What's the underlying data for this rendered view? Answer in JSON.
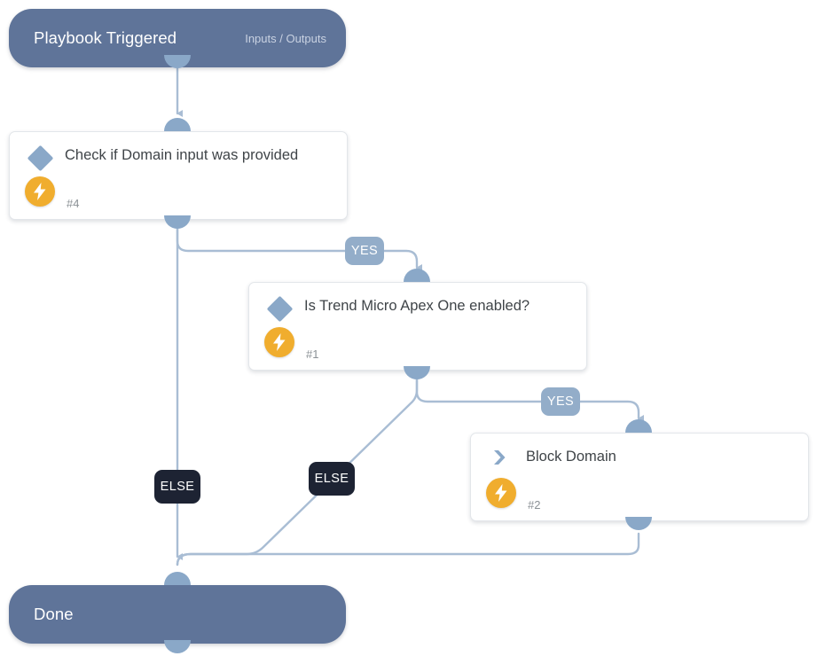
{
  "nodes": {
    "trigger": {
      "title": "Playbook Triggered",
      "subtitle": "Inputs / Outputs"
    },
    "check_domain": {
      "title": "Check if Domain input was provided",
      "number": "#4",
      "icon": "decision-diamond-icon"
    },
    "apex_enabled": {
      "title": "Is Trend Micro Apex One enabled?",
      "number": "#1",
      "icon": "decision-diamond-icon"
    },
    "block_domain": {
      "title": "Block Domain",
      "number": "#2",
      "icon": "action-chevron-icon"
    },
    "done": {
      "title": "Done"
    }
  },
  "branch_labels": {
    "yes_1": "YES",
    "yes_2": "YES",
    "else_1": "ELSE",
    "else_2": "ELSE"
  },
  "colors": {
    "terminal_fill": "#5f7499",
    "connector": "#a9bdd4",
    "port": "#8aa8c8",
    "bolt_badge": "#f0ad2e",
    "label_yes": "#93adc9",
    "label_else": "#1d2333",
    "card_text": "#3f4448",
    "canvas": "#ffffff"
  }
}
